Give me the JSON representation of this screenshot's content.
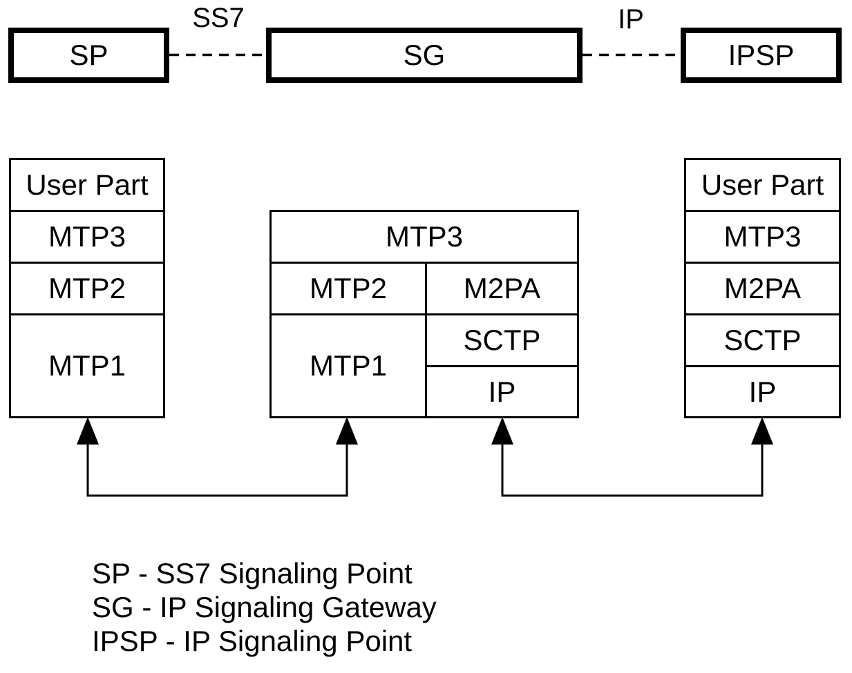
{
  "nodes": {
    "sp": {
      "label": "SP"
    },
    "sg": {
      "label": "SG"
    },
    "ipsp": {
      "label": "IPSP"
    }
  },
  "links": {
    "sp_sg": {
      "label": "SS7"
    },
    "sg_ipsp": {
      "label": "IP"
    }
  },
  "stacks": {
    "sp": {
      "layers": [
        "User Part",
        "MTP3",
        "MTP2",
        "MTP1"
      ]
    },
    "sg": {
      "common_layer": "MTP3",
      "ss7_column": [
        "MTP2",
        "MTP1"
      ],
      "ip_column": [
        "M2PA",
        "SCTP",
        "IP"
      ]
    },
    "ipsp": {
      "layers": [
        "User Part",
        "MTP3",
        "M2PA",
        "SCTP",
        "IP"
      ]
    }
  },
  "legend": {
    "lines": [
      "SP - SS7 Signaling Point",
      "SG - IP Signaling Gateway",
      "IPSP - IP Signaling Point"
    ]
  },
  "colors": {
    "foreground": "#000000",
    "background": "#ffffff"
  }
}
